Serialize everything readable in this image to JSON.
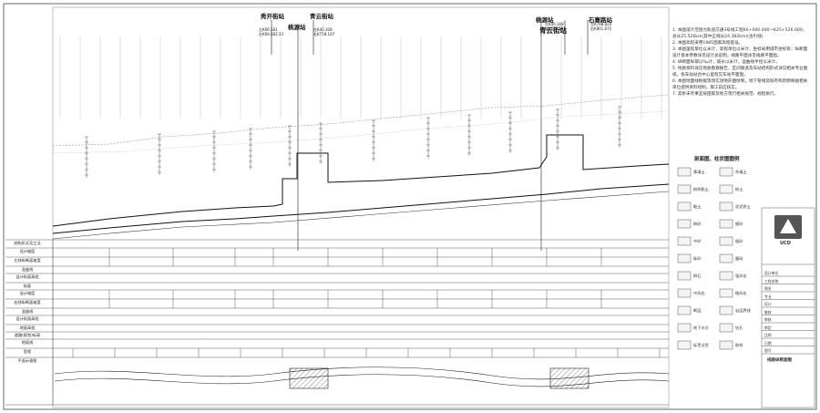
{
  "stations": [
    {
      "name": "桃源站",
      "sub": [
        "",
        ""
      ]
    },
    {
      "name": "秀开街站",
      "sub": [
        "左K69.581",
        "右K69.582.33"
      ]
    },
    {
      "name": "青云街站",
      "sub": [
        "左K40.308",
        "右K758.167"
      ]
    },
    {
      "name": "桃源站",
      "sub": [
        "左K40.308",
        "右K756.161"
      ]
    },
    {
      "name": "青云街站",
      "sub": [
        "",
        ""
      ]
    },
    {
      "name": "石寨路站",
      "sub": [
        "左K798.824",
        "右K801.875"
      ]
    }
  ],
  "notes": [
    "1. 本图设计范围为轨道交通3号线工程K0+000.000～K25+526.000，总长25.526km(其中正线长24.382km)(含引线)",
    "2. 本图高程采用1985国家高程基准。",
    "3. 本图里程单位以米计，高程单位以米计，坐标采用城市坐标系；纵断面设计基本参数详见设计总说明，线路平面详见线路平面图。",
    "4. 纵断面纵坡以‰计，坡长以米计，竖曲线半径以米计。",
    "5. 地质资料详见地质勘察报告，区间隧道及车站结构形式详见相关专业图纸，各车站站台中心里程见车站平面图。",
    "6. 本图地面线根据现场实测地形图绘制，地下管线及既有构筑物根据相关单位提供资料绘制，施工前应核实。",
    "7. 其余未尽事宜按国家及地方现行相关规范、规程执行。"
  ],
  "legend": {
    "title": "剖面图、柱状图图例",
    "items": [
      "素填土",
      "杂填土",
      "粉质黏土",
      "粉土",
      "黏土",
      "淤泥质土",
      "粉砂",
      "细砂",
      "中砂",
      "粗砂",
      "砾砂",
      "圆砾",
      "卵石",
      "强风化",
      "中风化",
      "微风化",
      "断层",
      "岩层界线",
      "地下水位",
      "钻孔",
      "标贯试验",
      "取样"
    ]
  },
  "row_labels": [
    "结构形式及工法",
    "设计坡度",
    "左线纵断面坡度",
    "竖曲线",
    "设计轨面高程",
    "轨面",
    "设计坡度",
    "右线纵断面坡度",
    "竖曲线",
    "设计轨面高程",
    "地面高程",
    "道路(规划)标高",
    "地面线",
    "里程",
    "平面示意图"
  ],
  "titleblock": {
    "org": "UCD",
    "lines": [
      "设计单位",
      "工程名称",
      "图名",
      "专业",
      "设计",
      "复核",
      "审核",
      "审定",
      "比例",
      "日期",
      "图号"
    ],
    "drawing": "线路纵断面图"
  },
  "colors": {
    "ink": "#222222",
    "grid": "#bbbbbb",
    "ground": "#999999"
  }
}
